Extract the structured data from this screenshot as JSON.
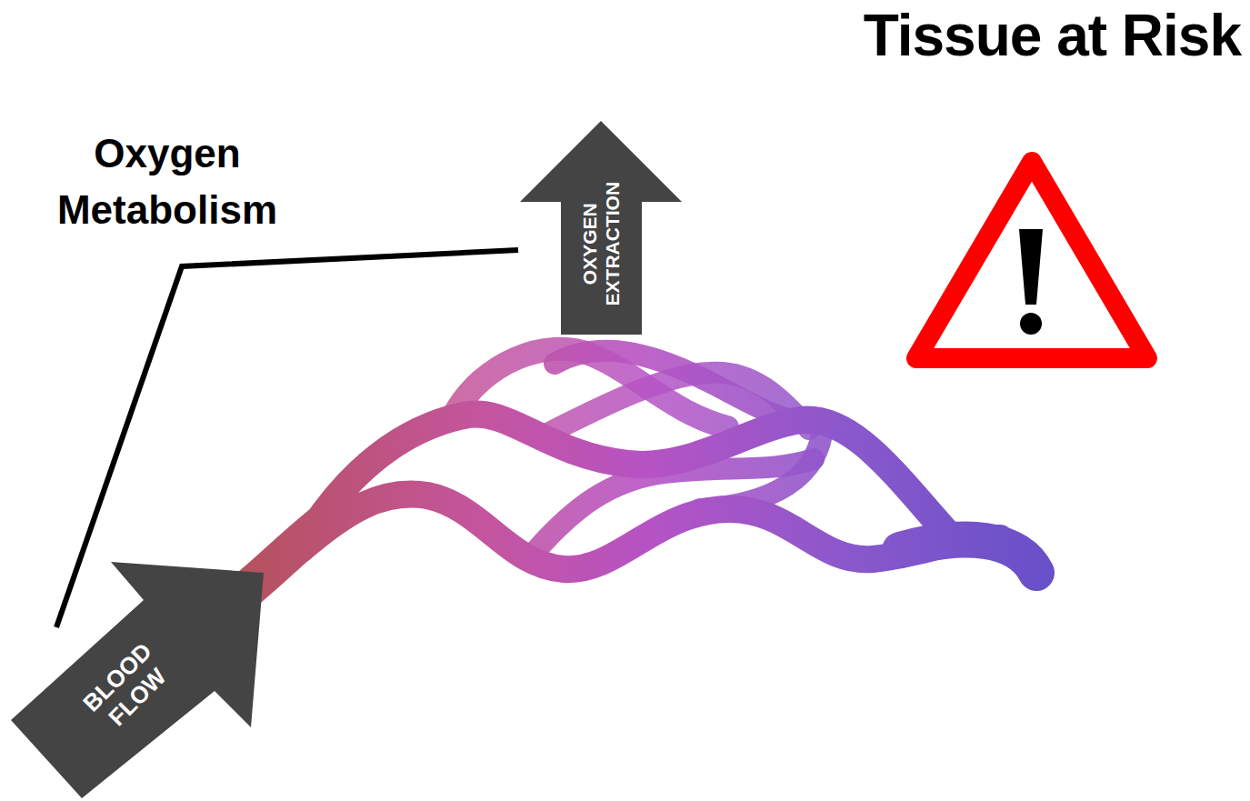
{
  "diagram": {
    "title": "Tissue at Risk",
    "nodes": [
      {
        "text": [
          "BLOOD FLOW"
        ]
      },
      {
        "text": [
          "OXYGEN EXTRACTION"
        ]
      }
    ],
    "edges": [
      {
        "from": 0,
        "to": 1,
        "arrow": "none",
        "label": "Oxygen Metabolism"
      }
    ]
  }
}
